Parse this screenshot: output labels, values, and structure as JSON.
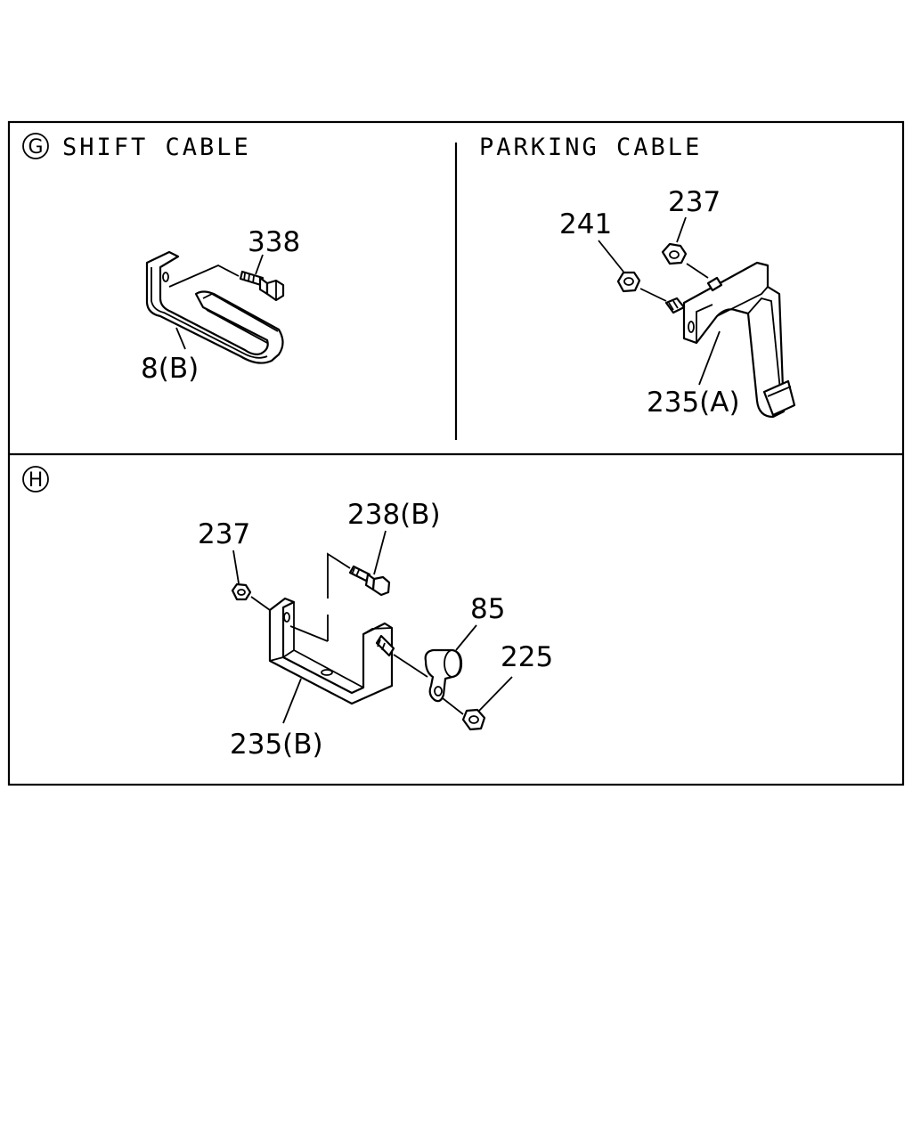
{
  "panel_g": {
    "marker": "G",
    "title": "SHIFT CABLE",
    "labels": {
      "bolt": "338",
      "bracket": "8(B)"
    }
  },
  "panel_parking": {
    "title": "PARKING CABLE",
    "labels": {
      "nut_241": "241",
      "nut_237": "237",
      "bracket": "235(A)"
    }
  },
  "panel_h": {
    "marker": "H",
    "labels": {
      "nut_237": "237",
      "bolt": "238(B)",
      "clamp": "85",
      "nut_225": "225",
      "bracket": "235(B)"
    }
  }
}
